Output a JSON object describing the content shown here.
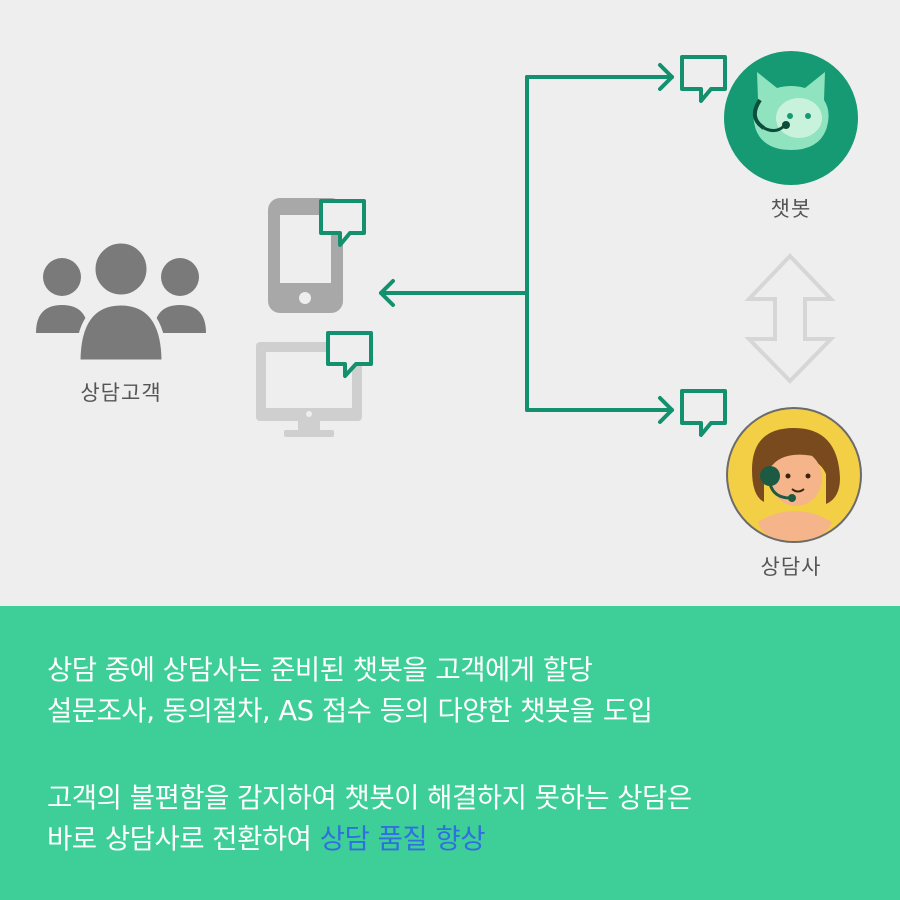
{
  "diagram": {
    "customer_label": "상담고객",
    "chatbot_label": "챗봇",
    "agent_label": "상담사"
  },
  "caption": {
    "paragraph1": {
      "line1": "상담 중에 상담사는 준비된 챗봇을 고객에게 할당",
      "line2": "설문조사, 동의절차, AS 접수 등의 다양한 챗봇을 도입"
    },
    "paragraph2": {
      "line1": "고객의 불편함을 감지하여 챗봇이 해결하지 못하는 상담은",
      "line2_plain": "바로 상담사로 전환하여 ",
      "line2_highlight": "상담 품질 향상"
    }
  },
  "colors": {
    "line": "#13906e",
    "panel_bg": "#3ecf98",
    "highlight": "#2f6fe0",
    "icon_gray": "#7a7a7a",
    "chatbot_circle": "#159a73",
    "agent_circle": "#f3cf46"
  },
  "icons": [
    "customers-icon",
    "phone-icon",
    "monitor-icon",
    "chat-bubble-icon",
    "chatbot-avatar-icon",
    "agent-avatar-icon",
    "double-arrow-icon"
  ]
}
